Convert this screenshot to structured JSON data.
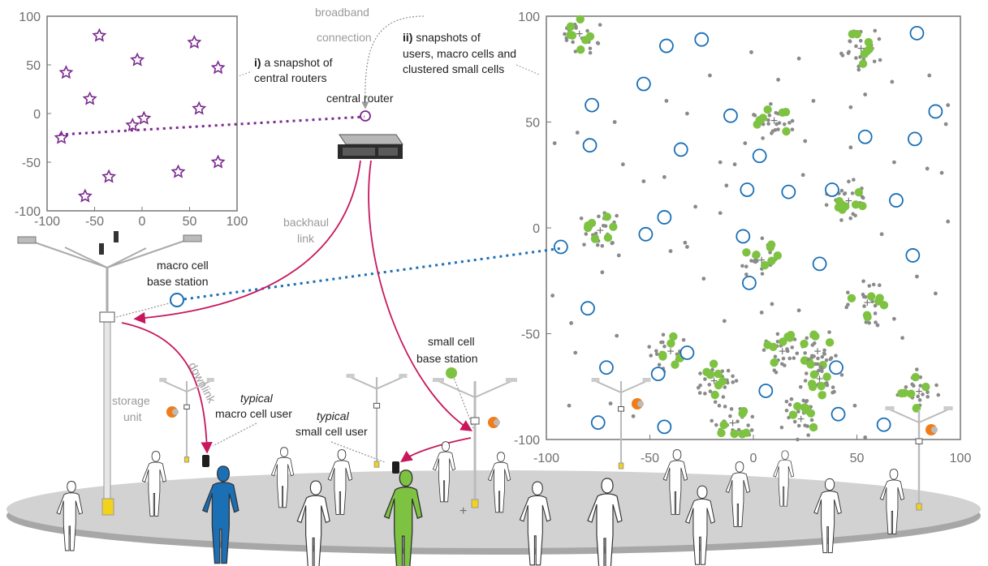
{
  "colors": {
    "star": "#7b2a8e",
    "macro_bs": "#1a6fb5",
    "small_bs": "#7ec242",
    "user_dot": "#8a8a8a",
    "arrow": "#c8175d",
    "axis": "#777777",
    "ground": "#d2d2d2",
    "macro_user": "#1a6fb5",
    "small_user": "#7ec242",
    "pole_base": "#f2d21c"
  },
  "icons": {
    "star": "star-icon",
    "router": "router-icon",
    "macro_bs": "circle-outline-icon",
    "small_bs": "green-dot-icon",
    "person": "person-silhouette-icon",
    "phone": "phone-icon",
    "storage": "storage-disk-icon",
    "light_pole": "street-light-pole-icon"
  },
  "panel1": {
    "x_ticks": [
      "-100",
      "-50",
      "0",
      "50",
      "100"
    ],
    "y_ticks": [
      "100",
      "50",
      "0",
      "-50",
      "-100"
    ],
    "routers": [
      [
        -45,
        80
      ],
      [
        55,
        73
      ],
      [
        -5,
        55
      ],
      [
        -80,
        42
      ],
      [
        80,
        47
      ],
      [
        -55,
        15
      ],
      [
        60,
        5
      ],
      [
        -10,
        -12
      ],
      [
        2,
        -5
      ],
      [
        -85,
        -25
      ],
      [
        -35,
        -65
      ],
      [
        38,
        -60
      ],
      [
        80,
        -50
      ],
      [
        -60,
        -85
      ]
    ]
  },
  "panel2": {
    "x_ticks": [
      "-100",
      "-50",
      "0",
      "50",
      "100"
    ],
    "y_ticks": [
      "100",
      "50",
      "0",
      "-50",
      "-100"
    ],
    "macro_cells": [
      [
        -42,
        86
      ],
      [
        -25,
        89
      ],
      [
        -53,
        68
      ],
      [
        -78,
        58
      ],
      [
        -79,
        39
      ],
      [
        -11,
        53
      ],
      [
        -35,
        37
      ],
      [
        3,
        34
      ],
      [
        54,
        43
      ],
      [
        78,
        42
      ],
      [
        88,
        55
      ],
      [
        79,
        92
      ],
      [
        -3,
        18
      ],
      [
        17,
        17
      ],
      [
        38,
        18
      ],
      [
        69,
        13
      ],
      [
        -43,
        5
      ],
      [
        -52,
        -3
      ],
      [
        -93,
        -9
      ],
      [
        -5,
        -4
      ],
      [
        -2,
        -26
      ],
      [
        32,
        -17
      ],
      [
        77,
        -13
      ],
      [
        -80,
        -38
      ],
      [
        -32,
        -59
      ],
      [
        40,
        -66
      ],
      [
        -71,
        -66
      ],
      [
        -46,
        -69
      ],
      [
        6,
        -77
      ],
      [
        41,
        -88
      ],
      [
        -75,
        -92
      ],
      [
        -43,
        -94
      ],
      [
        63,
        -93
      ]
    ],
    "cluster_centers": [
      [
        -84,
        92
      ],
      [
        52,
        85
      ],
      [
        10,
        51
      ],
      [
        46,
        13
      ],
      [
        -74,
        -1
      ],
      [
        4,
        -15
      ],
      [
        -40,
        -58
      ],
      [
        -19,
        -72
      ],
      [
        14,
        -58
      ],
      [
        31,
        -58
      ],
      [
        32,
        -71
      ],
      [
        23,
        -90
      ],
      [
        80,
        -77
      ],
      [
        -10,
        -92
      ],
      [
        55,
        -35
      ]
    ],
    "scattered_users": [
      [
        -85,
        45
      ],
      [
        -67,
        50
      ],
      [
        -42,
        60
      ],
      [
        -63,
        30
      ],
      [
        -21,
        72
      ],
      [
        -1,
        83
      ],
      [
        12,
        70
      ],
      [
        22,
        80
      ],
      [
        29,
        60
      ],
      [
        47,
        57
      ],
      [
        54,
        63
      ],
      [
        67,
        69
      ],
      [
        85,
        72
      ],
      [
        -4,
        40
      ],
      [
        25,
        41
      ],
      [
        47,
        38
      ],
      [
        94,
        58
      ],
      [
        91,
        26
      ],
      [
        24,
        25
      ],
      [
        84,
        28
      ],
      [
        -13,
        20
      ],
      [
        -53,
        22
      ],
      [
        -28,
        10
      ],
      [
        -33,
        -7
      ],
      [
        -65,
        -13
      ],
      [
        -73,
        -21
      ],
      [
        -97,
        -32
      ],
      [
        -88,
        -45
      ],
      [
        -66,
        -51
      ],
      [
        68,
        -43
      ],
      [
        72,
        -52
      ],
      [
        79,
        -23
      ],
      [
        88,
        -31
      ],
      [
        62,
        -3
      ],
      [
        68,
        31
      ],
      [
        93,
        49
      ],
      [
        -14,
        -44
      ],
      [
        4,
        -40
      ],
      [
        -86,
        -59
      ],
      [
        -69,
        -83
      ],
      [
        -58,
        -89
      ],
      [
        -89,
        -84
      ],
      [
        -32,
        -9
      ],
      [
        -40,
        -11
      ],
      [
        -16,
        7
      ],
      [
        9,
        -36
      ],
      [
        22,
        -39
      ],
      [
        -96,
        40
      ],
      [
        94,
        3
      ],
      [
        -9,
        30
      ],
      [
        -16,
        31
      ],
      [
        -32,
        54
      ],
      [
        -43,
        24
      ],
      [
        -24,
        -24
      ],
      [
        60,
        -46
      ],
      [
        49,
        -84
      ],
      [
        54,
        -99
      ]
    ]
  },
  "labels": {
    "snapshot1_prefix": "i)",
    "snapshot1_line1": " a snapshot of",
    "snapshot1_line2": "central routers",
    "snapshot2_prefix": "ii)",
    "snapshot2_line1": " snapshots of",
    "snapshot2_line2": "users, macro cells and",
    "snapshot2_line3": "clustered small cells",
    "broadband_line1": "broadband",
    "broadband_line2": "connection",
    "central_router": "central router",
    "backhaul_line1": "backhaul",
    "backhaul_line2": "link",
    "macro_bs_line1": "macro cell",
    "macro_bs_line2": "base station",
    "downlink": "downlink",
    "storage_line1": "storage",
    "storage_line2": "unit",
    "typical": "typical",
    "macro_user_rest": "macro cell user",
    "small_user_rest": "small cell user",
    "small_bs_line1": "small cell",
    "small_bs_line2": "base station"
  }
}
